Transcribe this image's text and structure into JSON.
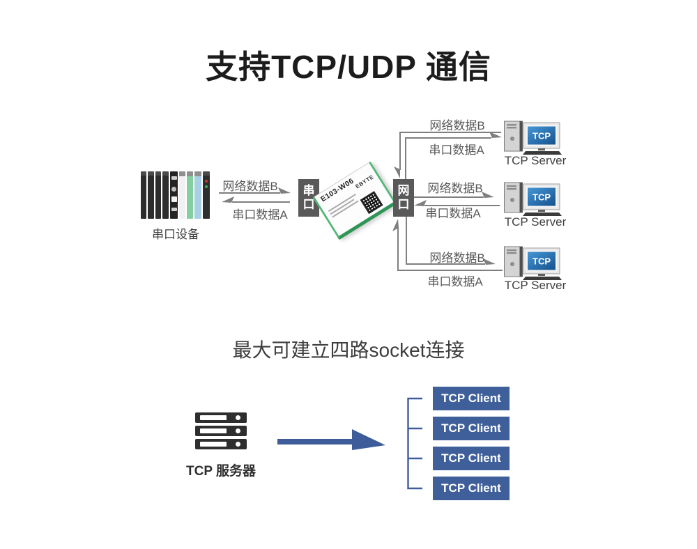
{
  "title": "支持TCP/UDP 通信",
  "colors": {
    "title_text": "#1c1c1c",
    "label_gray": "#595959",
    "line_gray": "#7f7f7f",
    "port_box_gray": "#595959",
    "client_blue": "#3f5f9b",
    "arrow_blue": "#3d5c99",
    "screen_blue": "#14528e",
    "pcb_green": "#2f9556"
  },
  "top": {
    "device_label": "串口设备",
    "serial_box": "串口",
    "net_box": "网口",
    "module": {
      "name": "E103-W06",
      "brand": "EBYTE"
    },
    "left_link": {
      "up": "网络数据B",
      "down": "串口数据A"
    },
    "servers": [
      {
        "up": "网络数据B",
        "down": "串口数据A",
        "screen": "TCP",
        "label": "TCP Server"
      },
      {
        "up": "网络数据B",
        "down": "串口数据A",
        "screen": "TCP",
        "label": "TCP Server"
      },
      {
        "up": "网络数据B",
        "down": "串口数据A",
        "screen": "TCP",
        "label": "TCP Server"
      }
    ]
  },
  "bottom": {
    "subtitle": "最大可建立四路socket连接",
    "server_label": "TCP 服务器",
    "clients": [
      {
        "label": "TCP Client"
      },
      {
        "label": "TCP Client"
      },
      {
        "label": "TCP Client"
      },
      {
        "label": "TCP Client"
      }
    ]
  }
}
